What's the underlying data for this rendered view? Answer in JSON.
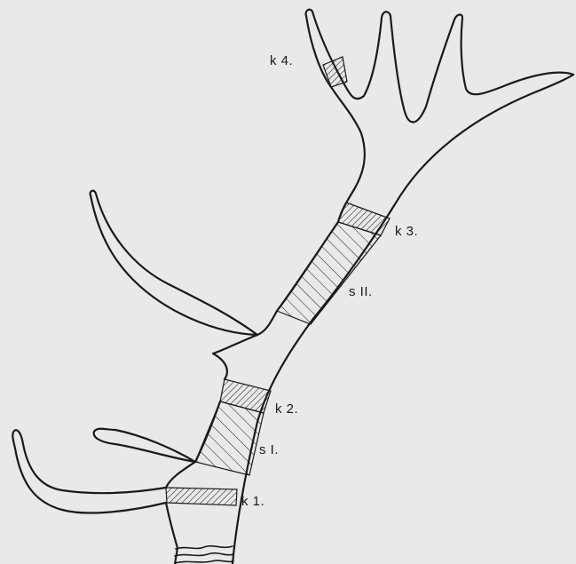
{
  "figure": {
    "labels": {
      "k4": "k 4.",
      "k3": "k 3.",
      "s2": "s II.",
      "k2": "k 2.",
      "s1": "s I.",
      "k1": "k 1."
    },
    "colors": {
      "paper": "#e9e9e7",
      "ink": "#1a1a1a"
    }
  }
}
